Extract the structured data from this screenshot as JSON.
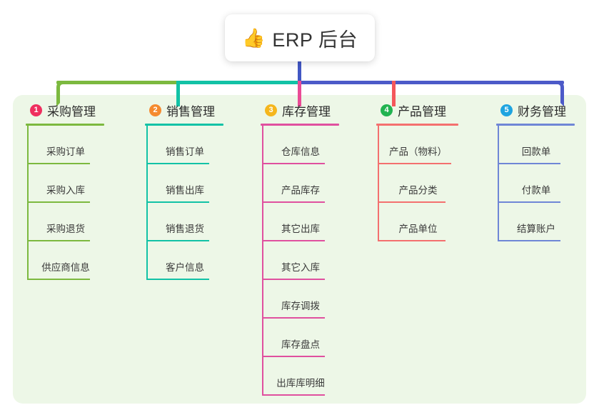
{
  "diagram": {
    "title": {
      "icon": "thumbs-up-emoji",
      "emoji": "👍",
      "text": "ERP 后台"
    },
    "panel_color": "#edf7e7",
    "trunk_colors": {
      "green": "#7cb93f",
      "teal": "#12c2a6",
      "blue": "#4c5ac8",
      "stem": "#4257c4",
      "pink": "#ea4b96",
      "red": "#f4575b"
    },
    "branches": [
      {
        "number": "1",
        "title": "采购管理",
        "badge_color": "#ef2f5f",
        "line_color": "#7cb93f",
        "items": [
          "采购订单",
          "采购入库",
          "采购退货",
          "供应商信息"
        ]
      },
      {
        "number": "2",
        "title": "销售管理",
        "badge_color": "#f58a2e",
        "line_color": "#12c2a6",
        "items": [
          "销售订单",
          "销售出库",
          "销售退货",
          "客户信息"
        ]
      },
      {
        "number": "3",
        "title": "库存管理",
        "badge_color": "#f5b61d",
        "line_color": "#e0509f",
        "items": [
          "仓库信息",
          "产品库存",
          "其它出库",
          "其它入库",
          "库存调拨",
          "库存盘点",
          "出库库明细"
        ]
      },
      {
        "number": "4",
        "title": "产品管理",
        "badge_color": "#21b350",
        "line_color": "#f4706f",
        "items": [
          "产品（物料）",
          "产品分类",
          "产品单位"
        ]
      },
      {
        "number": "5",
        "title": "财务管理",
        "badge_color": "#1ea4e0",
        "line_color": "#6f86d6",
        "items": [
          "回款单",
          "付款单",
          "结算账户"
        ]
      }
    ]
  }
}
